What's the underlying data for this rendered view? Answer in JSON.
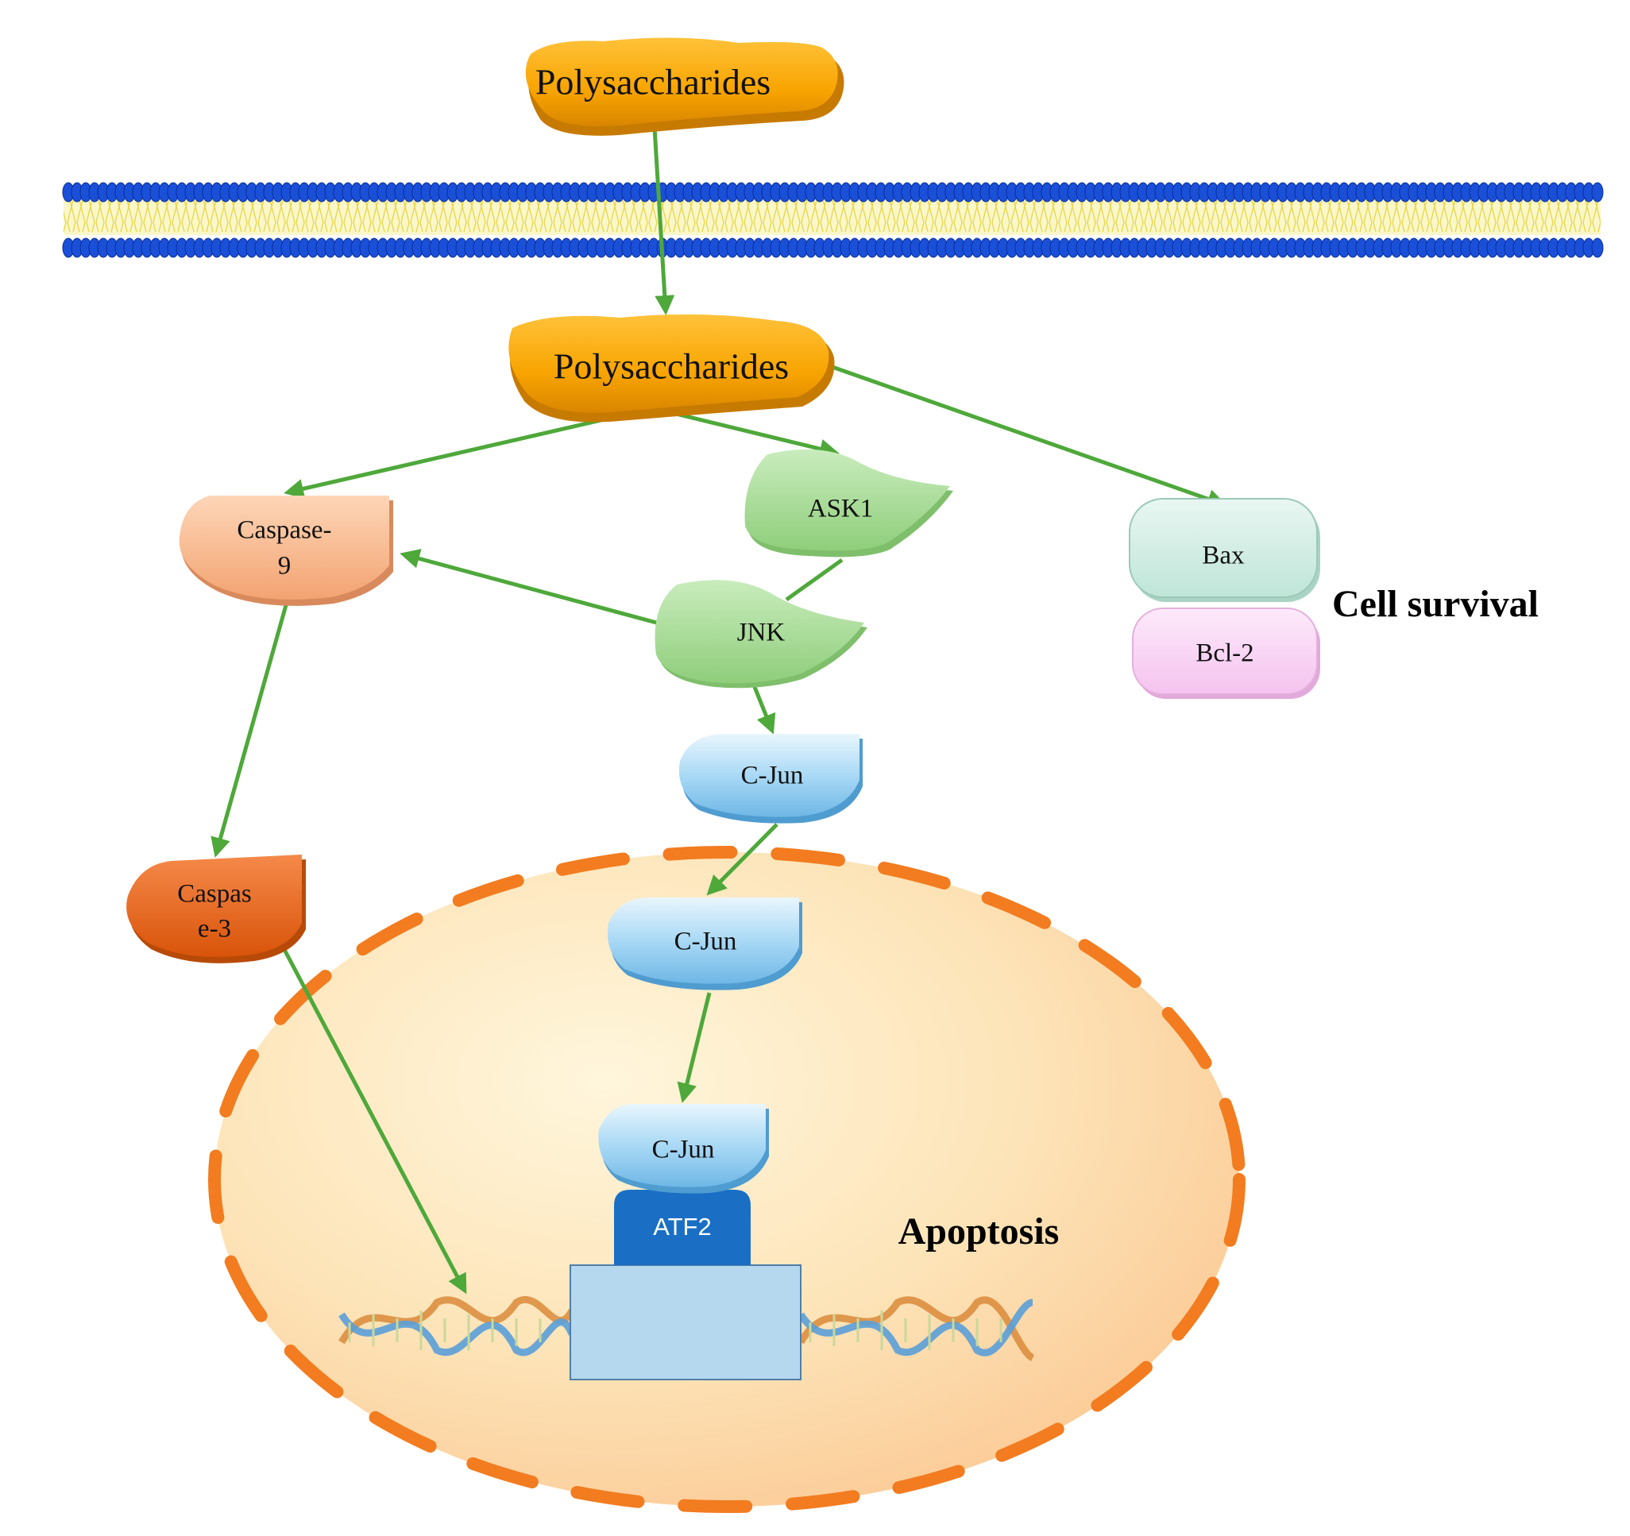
{
  "labels": {
    "polysaccharides_outside": "Polysaccharides",
    "polysaccharides_inside": "Polysaccharides",
    "caspase9_line1": "Caspase-",
    "caspase9_line2": "9",
    "ask1": "ASK1",
    "jnk": "JNK",
    "bax": "Bax",
    "bcl2": "Bcl-2",
    "cell_survival": "Cell survival",
    "cjun_1": "C-Jun",
    "cjun_2": "C-Jun",
    "cjun_3": "C-Jun",
    "caspase3_line1": "Caspas",
    "caspase3_line2": "e-3",
    "atf2": "ATF2",
    "apoptosis": "Apoptosis"
  },
  "colors": {
    "polysaccharide": "#f8a400",
    "polysaccharide_edge": "#c77a00",
    "arrow": "#4ea83a",
    "caspase9": "#f9b98c",
    "caspase3": "#e8620c",
    "kinase": "#9fd88e",
    "bax": "#cdece2",
    "bcl2": "#f9d3f3",
    "cjun": "#9fd1f1",
    "atf2": "#1a6fc4",
    "dna_box": "#b6d8ee",
    "nucleus_fill": "#fce3b8",
    "nucleus_dash": "#f27c1f",
    "membrane_head": "#1a4fd8",
    "membrane_tail": "#f3e86a"
  }
}
